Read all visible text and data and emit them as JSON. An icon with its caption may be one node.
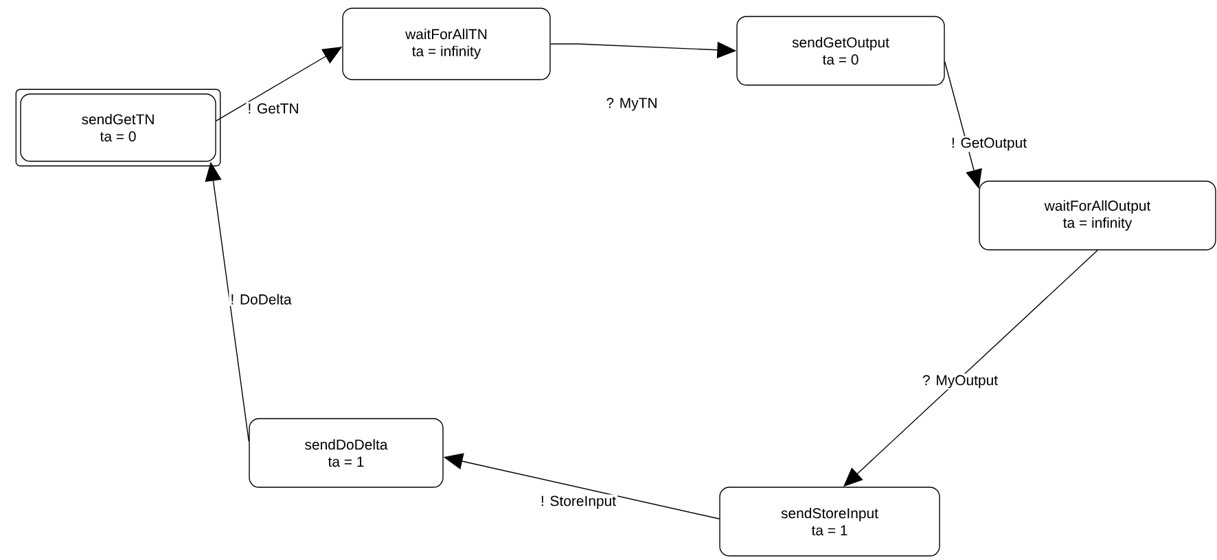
{
  "diagram": {
    "nodes": [
      {
        "text": [
          "sendGetTN",
          "ta = 0"
        ]
      },
      {
        "text": [
          "waitForAllTN",
          "ta = infinity"
        ]
      },
      {
        "text": [
          "sendGetOutput",
          "ta = 0"
        ]
      },
      {
        "text": [
          "waitForAllOutput",
          "ta = infinity"
        ]
      },
      {
        "text": [
          "sendStoreInput",
          "ta = 1"
        ]
      },
      {
        "text": [
          "sendDoDelta",
          "ta = 1"
        ]
      }
    ],
    "edges": [
      {
        "from": 0,
        "to": 1,
        "arrow": "to",
        "label": "! GetTN"
      },
      {
        "from": 1,
        "to": 2,
        "arrow": "to",
        "label": "? MyTN"
      },
      {
        "from": 2,
        "to": 3,
        "arrow": "to",
        "label": "! GetOutput"
      },
      {
        "from": 3,
        "to": 4,
        "arrow": "to",
        "label": "? MyOutput"
      },
      {
        "from": 4,
        "to": 5,
        "arrow": "to",
        "label": "! StoreInput"
      },
      {
        "from": 5,
        "to": 0,
        "arrow": "to",
        "label": "! DoDelta"
      }
    ]
  }
}
